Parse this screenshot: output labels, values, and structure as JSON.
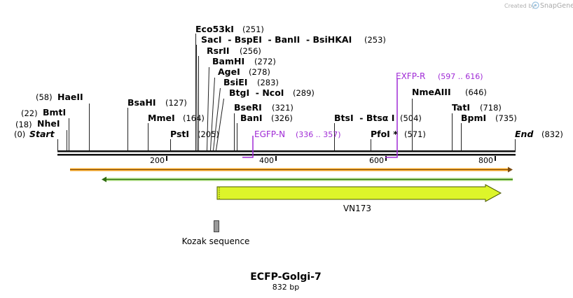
{
  "credit": {
    "prefix": "Created by",
    "brand": "SnapGene"
  },
  "plasmid": {
    "name": "ECFP-Golgi-7",
    "length_label": "832 bp"
  },
  "ends": {
    "start": {
      "name": "Start",
      "pos": "(0)"
    },
    "end": {
      "name": "End",
      "pos": "(832)"
    }
  },
  "ruler": {
    "ticks": [
      "200",
      "400",
      "600",
      "800"
    ]
  },
  "sites": {
    "nhei": {
      "name": "NheI",
      "pos": "(18)"
    },
    "bmti": {
      "name": "BmtI",
      "pos": "(22)"
    },
    "haeii": {
      "name": "HaeII",
      "pos": "(58)"
    },
    "bsahi": {
      "name": "BsaHI",
      "pos": "(127)"
    },
    "mmei": {
      "name": "MmeI",
      "pos": "(164)"
    },
    "psti": {
      "name": "PstI",
      "pos": "(205)"
    },
    "eco53ki": {
      "name": "Eco53kI",
      "pos": "(251)"
    },
    "saci_group": {
      "name": "SacI  - BspEI  - BanII  - BsiHKAI",
      "pos": "(253)"
    },
    "rsrii": {
      "name": "RsrII",
      "pos": "(256)"
    },
    "bamhi": {
      "name": "BamHI",
      "pos": "(272)"
    },
    "agei": {
      "name": "AgeI",
      "pos": "(278)"
    },
    "bsiei": {
      "name": "BsiEI",
      "pos": "(283)"
    },
    "btgi_group": {
      "name": "BtgI  - NcoI",
      "pos": "(289)"
    },
    "bseri": {
      "name": "BseRI",
      "pos": "(321)"
    },
    "bani": {
      "name": "BanI",
      "pos": "(326)"
    },
    "btsi_group": {
      "name": "BtsI  - Btsα I",
      "pos": "(504)"
    },
    "pfoi": {
      "name": "PfoI *",
      "pos": "(571)"
    },
    "nmeaiii": {
      "name": "NmeAIII",
      "pos": "(646)"
    },
    "tati": {
      "name": "TatI",
      "pos": "(718)"
    },
    "bpmi": {
      "name": "BpmI",
      "pos": "(735)"
    }
  },
  "primers": {
    "egfp_n": {
      "name": "EGFP-N",
      "range": "(336 .. 357)"
    },
    "exfp_r": {
      "name": "EXFP-R",
      "range": "(597 .. 616)"
    }
  },
  "features": {
    "vn173": {
      "name": "VN173"
    },
    "kozak": {
      "name": "Kozak sequence"
    }
  },
  "colors": {
    "primer": "#a02bd6",
    "orf_top": "#f5a623",
    "orf_bottom": "#5aa02c",
    "vn173_fill": "#ddf52a",
    "kozak_fill": "#9a9a9a"
  }
}
